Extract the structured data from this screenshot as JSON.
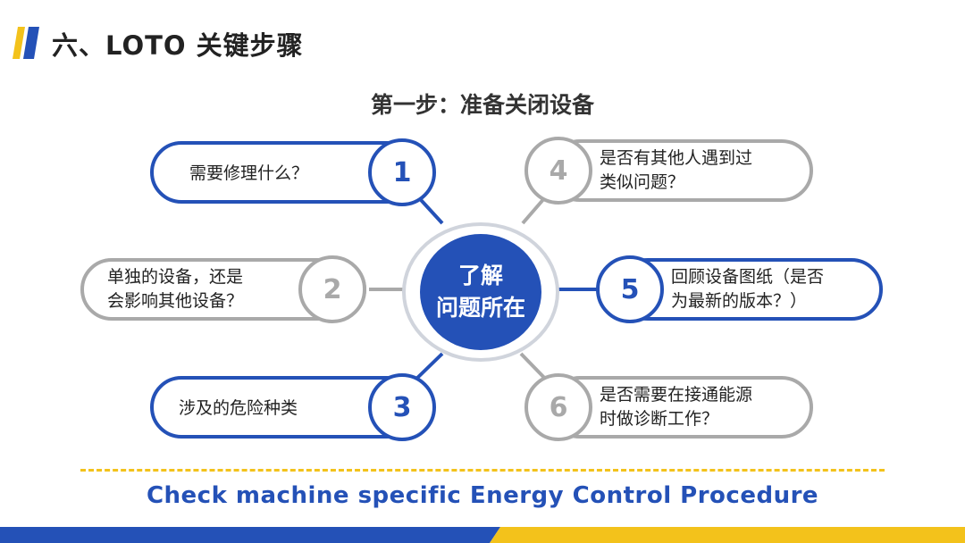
{
  "slide": {
    "title": "六、LOTO 关键步骤",
    "subtitle": "第一步：准备关闭设备",
    "footer": "Check machine specific Energy Control Procedure"
  },
  "center": {
    "line1": "了解",
    "line2": "问题所在"
  },
  "steps": [
    {
      "number": "1",
      "lines": [
        "需要修理什么？"
      ]
    },
    {
      "number": "2",
      "lines": [
        "单独的设备，还是",
        "会影响其他设备？"
      ]
    },
    {
      "number": "3",
      "lines": [
        "涉及的危险种类"
      ]
    },
    {
      "number": "4",
      "lines": [
        "是否有其他人遇到过",
        "类似问题？"
      ]
    },
    {
      "number": "5",
      "lines": [
        "回顾设备图纸（是否",
        "为最新的版本？）"
      ]
    },
    {
      "number": "6",
      "lines": [
        "是否需要在接通能源",
        "时做诊断工作？"
      ]
    }
  ],
  "colors": {
    "accent_blue": "#2451b7",
    "neutral_gray": "#a9a9a9",
    "accent_yellow": "#f3c21b"
  }
}
